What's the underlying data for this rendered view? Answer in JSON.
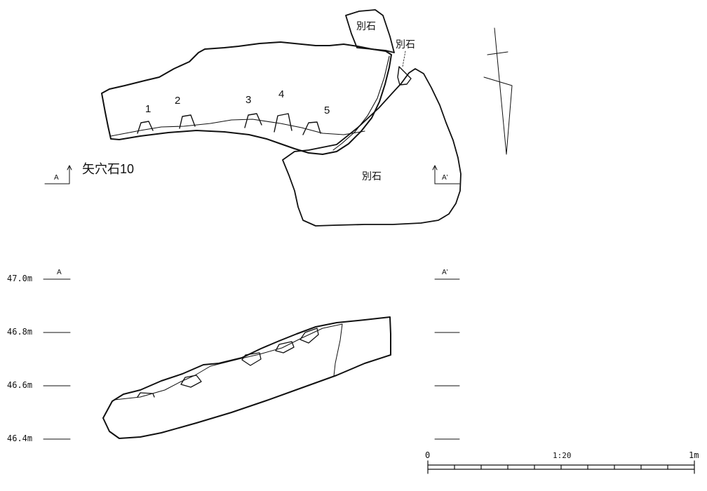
{
  "plan": {
    "title": "矢穴石10",
    "hole_numbers": [
      "1",
      "2",
      "3",
      "4",
      "5"
    ],
    "separate_stone_labels": [
      "別石",
      "別石",
      "別石"
    ],
    "section_markers": {
      "start": "A",
      "end": "A'"
    }
  },
  "section": {
    "markers": {
      "start": "A",
      "end": "A'"
    },
    "elevations": [
      "47.0m",
      "46.8m",
      "46.6m",
      "46.4m"
    ]
  },
  "scale_bar": {
    "start_label": "0",
    "ratio_label": "1:20",
    "end_label": "1m"
  }
}
